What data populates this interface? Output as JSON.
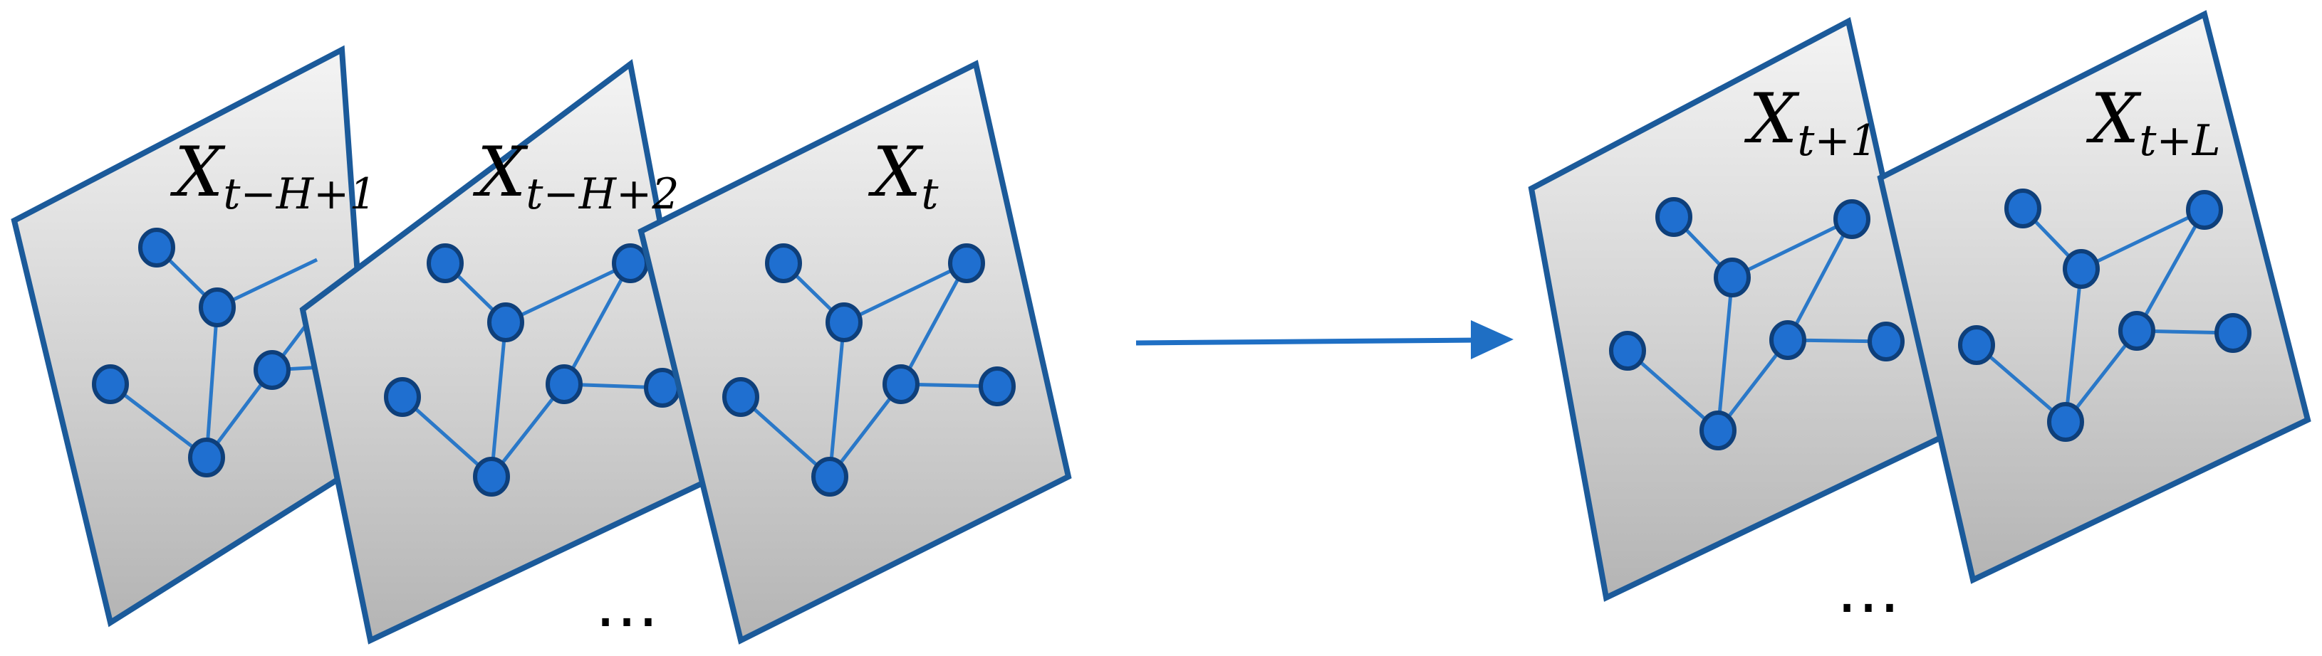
{
  "panels": [
    {
      "id": "p1",
      "label_main": "X",
      "label_sub": "t−H+1"
    },
    {
      "id": "p2",
      "label_main": "X",
      "label_sub": "t−H+2"
    },
    {
      "id": "p3",
      "label_main": "X",
      "label_sub": "t"
    },
    {
      "id": "p4",
      "label_main": "X",
      "label_sub": "t+1"
    },
    {
      "id": "p5",
      "label_main": "X",
      "label_sub": "t+L"
    }
  ],
  "ellipsis_input": "…",
  "ellipsis_output": "…",
  "colors": {
    "frame": "#1b5a9a",
    "node": "#1f6fd0",
    "edge": "#2a78c8",
    "arrow": "#1f6fc4",
    "panel_gradient_top": "#f4f4f4",
    "panel_gradient_bottom": "#b4b4b4"
  }
}
